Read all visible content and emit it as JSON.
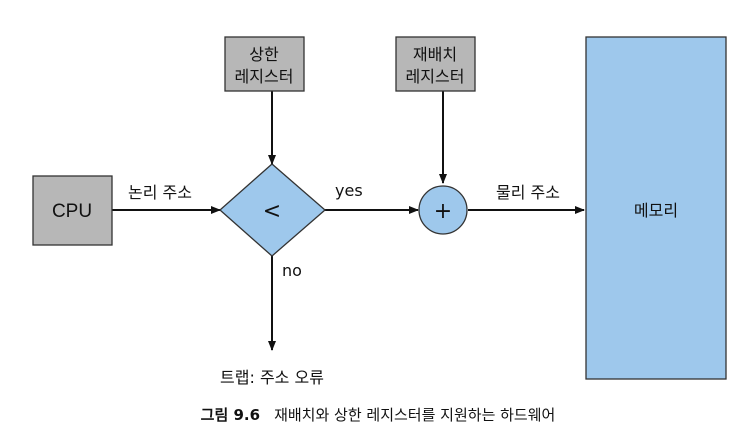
{
  "nodes": {
    "cpu": "CPU",
    "limit_register": [
      "상한",
      "레지스터"
    ],
    "relocation_register": [
      "재배치",
      "레지스터"
    ],
    "compare": "<",
    "add": "+",
    "memory": "메모리"
  },
  "edges": {
    "logical_address": "논리 주소",
    "yes": "yes",
    "no": "no",
    "physical_address": "물리 주소",
    "trap": "트랩: 주소 오류"
  },
  "caption": {
    "number": "그림 9.6",
    "text": "재배치와 상한 레지스터를 지원하는 하드웨어"
  },
  "colors": {
    "register_fill": "#b7b7b7",
    "highlight_blue": "#9ec8ec"
  }
}
